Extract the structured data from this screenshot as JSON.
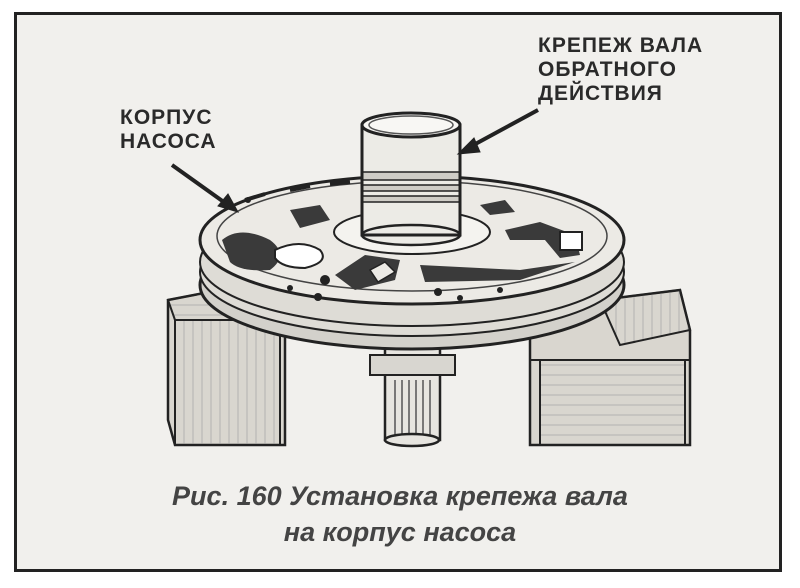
{
  "labels": {
    "shaft_retainer": [
      "КРЕПЕЖ ВАЛА",
      "ОБРАТНОГО",
      "ДЕЙСТВИЯ"
    ],
    "pump_body": [
      "КОРПУС",
      "НАСОСА"
    ]
  },
  "caption": {
    "line1": "Рис. 160 Установка крепежа вала",
    "line2": "на корпус насоса"
  }
}
